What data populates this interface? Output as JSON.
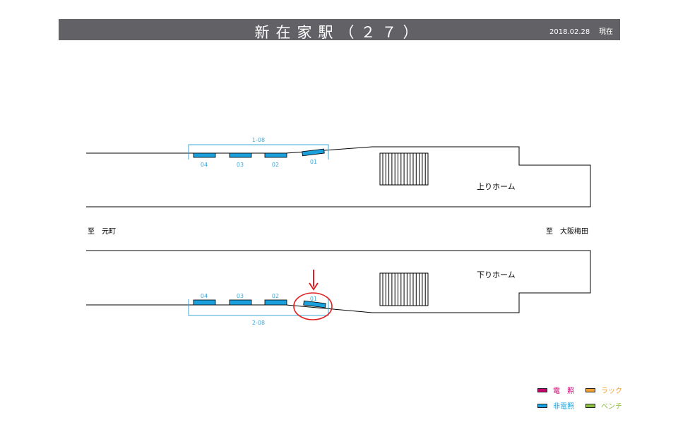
{
  "header": {
    "title": "新在家駅（２７）",
    "date": "2018.02.28",
    "date_suffix": "現在"
  },
  "directions": {
    "west": "至　元町",
    "east": "至　大阪梅田"
  },
  "platforms": {
    "up": "上りホーム",
    "down": "下りホーム"
  },
  "groups": {
    "up": {
      "label": "1-08",
      "benches": [
        "04",
        "03",
        "02",
        "01"
      ]
    },
    "down": {
      "label": "2-08",
      "benches": [
        "04",
        "03",
        "02",
        "01"
      ]
    }
  },
  "highlight": {
    "group": "down",
    "bench": "01"
  },
  "legend": [
    {
      "label": "電　照",
      "color": "#c8006e"
    },
    {
      "label": "ラック",
      "color": "#f0a030"
    },
    {
      "label": "非電照",
      "color": "#1aa0dc"
    },
    {
      "label": "ベンチ",
      "color": "#8cc040"
    }
  ],
  "colors": {
    "bench": "#1aa0dc",
    "bracket": "#3aa8d8",
    "highlight": "#e02020"
  }
}
